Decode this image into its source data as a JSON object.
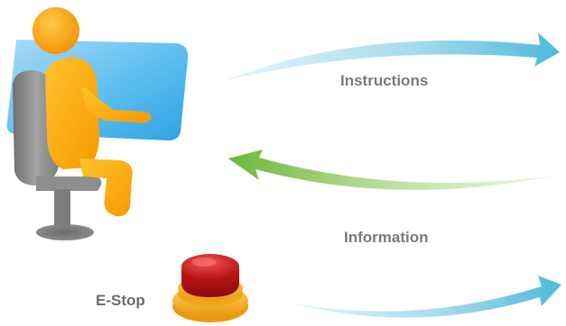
{
  "labels": {
    "instructions": "Instructions",
    "information": "Information",
    "estop": "E-Stop"
  },
  "colors": {
    "instructions_arrow": "#5cc3e0",
    "information_arrow": "#7fc04a",
    "estop_arrow": "#5cc3e0",
    "person": "#ffb400",
    "chair": "#8a8a8a",
    "screen": "#4cb6ee",
    "button_red": "#d32020",
    "button_base": "#f2b52a",
    "label_text": "#7a7a7a"
  },
  "icons": [
    "operator-figure-icon",
    "chair-icon",
    "monitor-screen-icon",
    "emergency-stop-button-icon"
  ]
}
